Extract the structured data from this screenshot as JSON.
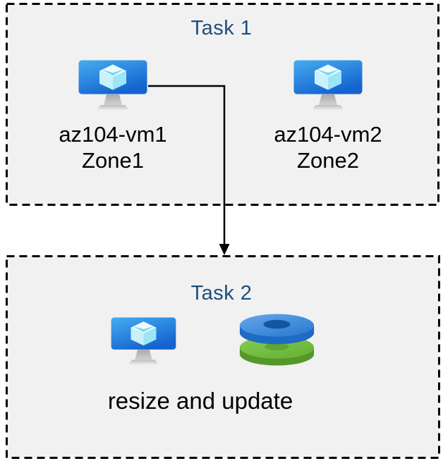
{
  "diagram": {
    "task1": {
      "title": "Task 1",
      "vms": [
        {
          "name": "az104-vm1",
          "zone": "Zone1"
        },
        {
          "name": "az104-vm2",
          "zone": "Zone2"
        }
      ]
    },
    "task2": {
      "title": "Task 2",
      "caption": "resize and update"
    },
    "connector": {
      "from": "az104-vm1",
      "to": "Task 2",
      "style": "elbow-arrow"
    },
    "icons": {
      "vm": "azure-virtual-machine-icon",
      "disks": "azure-managed-disks-icon"
    },
    "colors": {
      "canvas_bg": "#ffffff",
      "box_fill": "#f1f1f2",
      "box_border": "#000000",
      "title_text": "#1f4e79",
      "body_text": "#000000",
      "arrow": "#000000",
      "vm_screen_top": "#44aaee",
      "vm_screen_bottom": "#1463cf",
      "cube_light": "#eafbff",
      "cube_left": "#c8f1fb",
      "cube_right": "#9ce5f7",
      "disk_blue_top": "#3f8ade",
      "disk_blue_side": "#1d6bc2",
      "disk_blue_hole": "#12579f",
      "disk_green_top": "#74be42",
      "disk_green_side": "#569729",
      "disk_green_hole": "#5fa52f"
    }
  }
}
